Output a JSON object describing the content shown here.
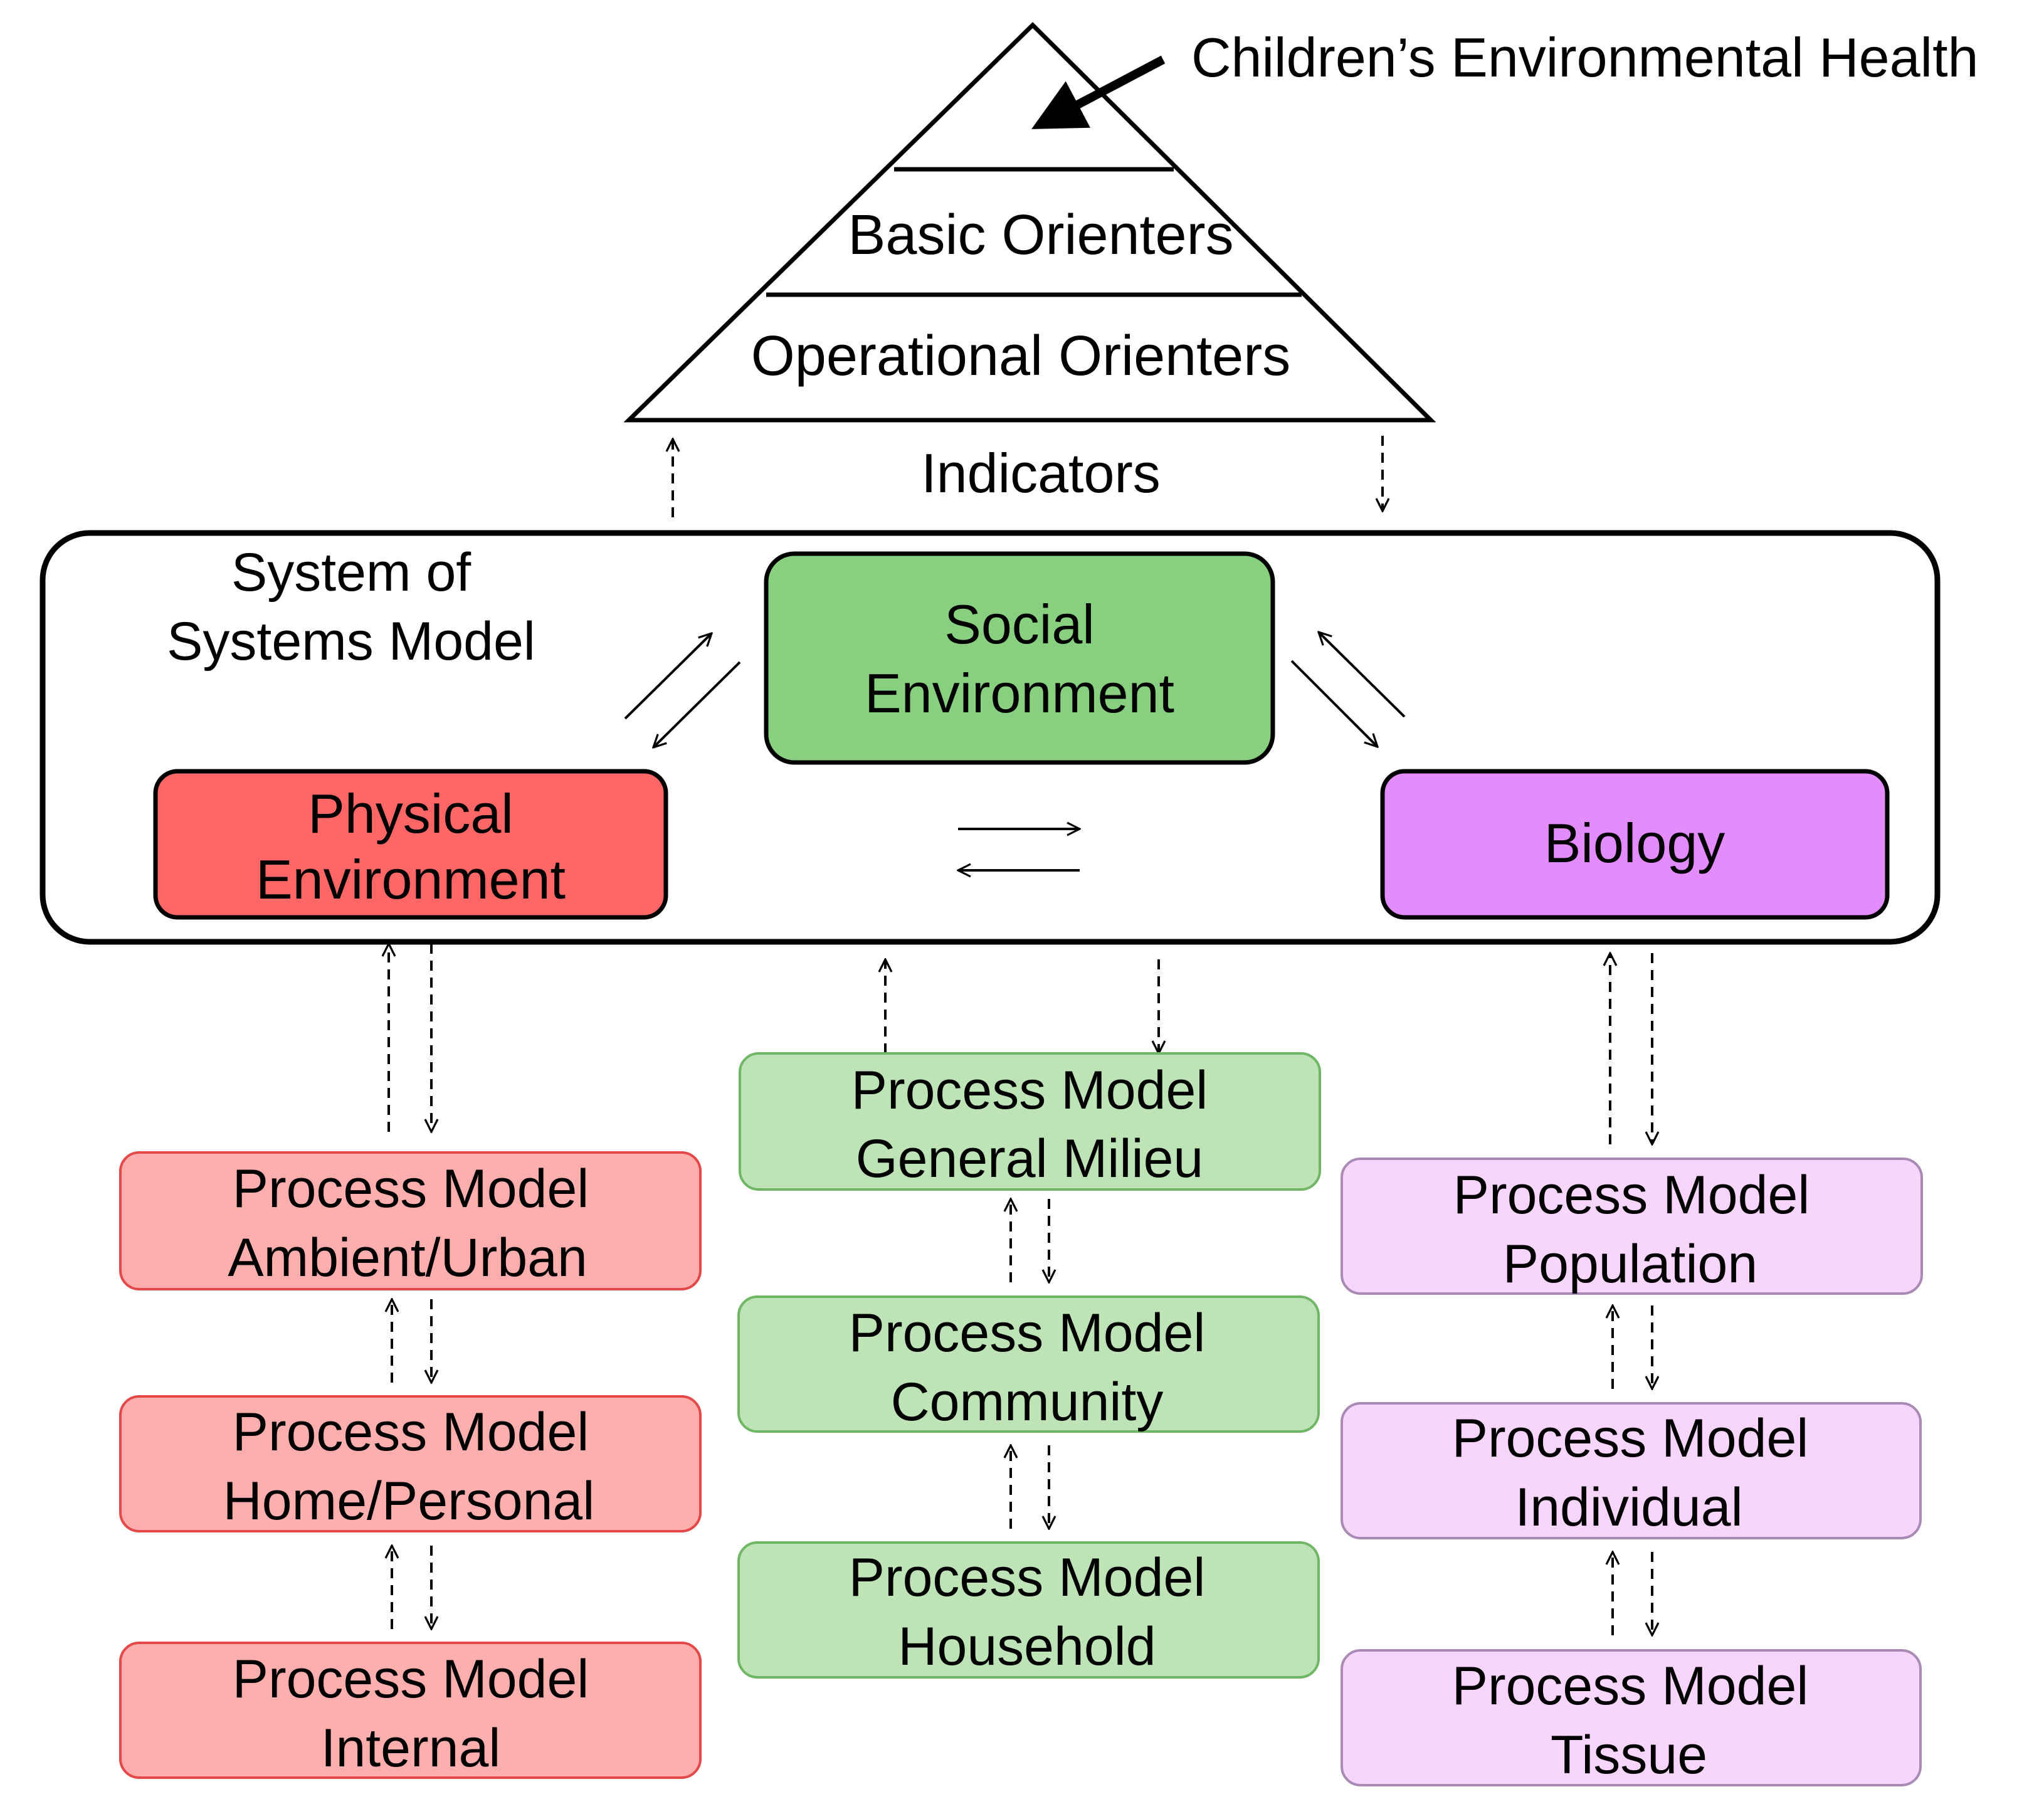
{
  "pyramid": {
    "apex_label": "Children’s Environmental Health",
    "middle_label": "Basic Orienters",
    "bottom_label": "Operational Orienters"
  },
  "indicators_label": "Indicators",
  "system": {
    "title_line1": "System of",
    "title_line2": "Systems Model",
    "social": {
      "line1": "Social",
      "line2": "Environment",
      "color": "#88cf80"
    },
    "physical": {
      "line1": "Physical",
      "line2": "Environment",
      "color": "#ff6666"
    },
    "biology": {
      "line1": "Biology",
      "color": "#e38cff"
    }
  },
  "process_models": {
    "physical": {
      "color": "#ffaeae",
      "border": "#e44848",
      "items": [
        {
          "line1": "Process Model",
          "line2": "Ambient/Urban"
        },
        {
          "line1": "Process Model",
          "line2": "Home/Personal"
        },
        {
          "line1": "Process Model",
          "line2": "Internal"
        }
      ]
    },
    "social": {
      "color": "#bde3b6",
      "border": "#6fb764",
      "items": [
        {
          "line1": "Process Model",
          "line2": "General Milieu"
        },
        {
          "line1": "Process Model",
          "line2": "Community"
        },
        {
          "line1": "Process Model",
          "line2": "Household"
        }
      ]
    },
    "biology": {
      "color": "#f8d5fd",
      "border": "#a98ab4",
      "items": [
        {
          "line1": "Process Model",
          "line2": "Population"
        },
        {
          "line1": "Process Model",
          "line2": "Individual"
        },
        {
          "line1": "Process Model",
          "line2": "Tissue"
        }
      ]
    }
  }
}
